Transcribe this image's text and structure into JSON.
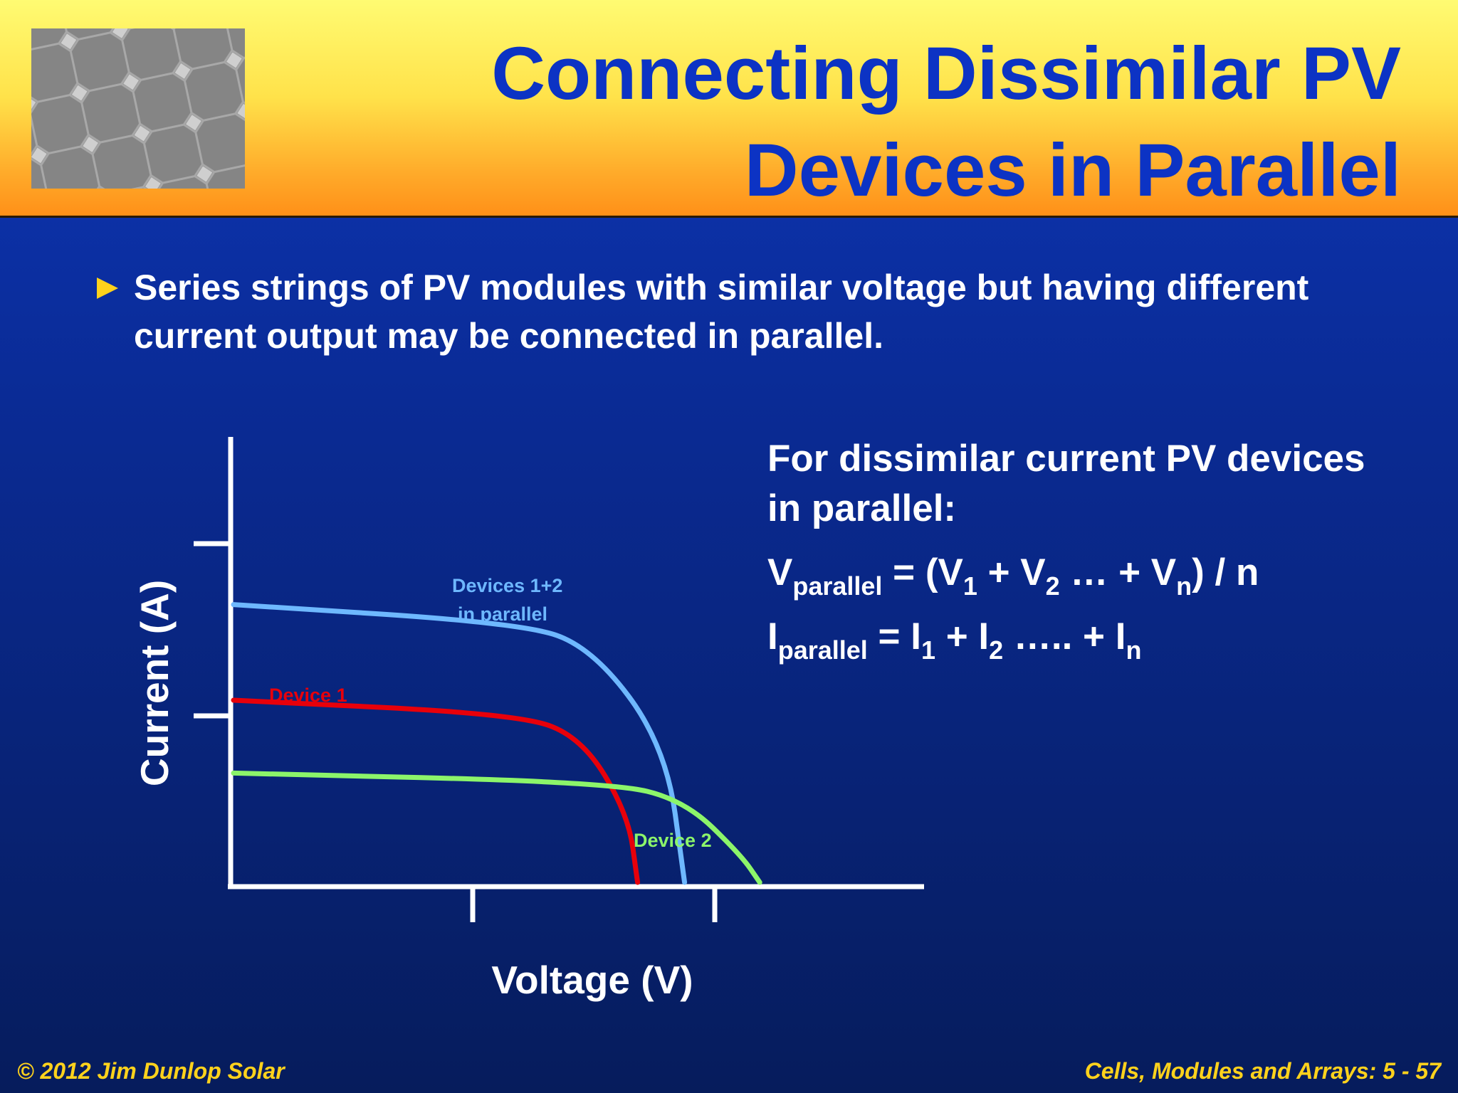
{
  "header": {
    "title_line1": "Connecting Dissimilar PV",
    "title_line2": "Devices in Parallel",
    "thumbnail_icon": "solar-cell-photo"
  },
  "bullet": {
    "text": "Series strings of PV modules with similar voltage but having different current output may be connected in parallel.",
    "marker_icon": "triangle-bullet-icon"
  },
  "chart_data": {
    "type": "line",
    "xlabel": "Voltage (V)",
    "ylabel": "Current (A)",
    "grid": false,
    "series": [
      {
        "name": "Devices 1+2 in parallel",
        "label_line1": "Devices 1+2",
        "label_line2": "in parallel",
        "color": "#6eb8ff",
        "points": [
          [
            0.0,
            0.61
          ],
          [
            0.3,
            0.57
          ],
          [
            0.38,
            0.52
          ],
          [
            0.46,
            0.3
          ],
          [
            0.48,
            0.0
          ]
        ]
      },
      {
        "name": "Device 1",
        "label_line1": "Device 1",
        "color": "#e8000a",
        "points": [
          [
            0.0,
            0.4
          ],
          [
            0.3,
            0.37
          ],
          [
            0.37,
            0.32
          ],
          [
            0.42,
            0.15
          ],
          [
            0.43,
            0.0
          ]
        ]
      },
      {
        "name": "Device 2",
        "label_line1": "Device 2",
        "color": "#8cf56a",
        "points": [
          [
            0.0,
            0.24
          ],
          [
            0.4,
            0.22
          ],
          [
            0.48,
            0.18
          ],
          [
            0.54,
            0.06
          ],
          [
            0.56,
            0.0
          ]
        ]
      }
    ],
    "x_ticks": 2,
    "y_ticks": 2
  },
  "formulas": {
    "heading": "For dissimilar current PV devices in parallel:",
    "v": {
      "sym": "V",
      "sub": "parallel",
      "eq": " = (V",
      "s1": "1",
      "p1": " + V",
      "s2": "2",
      "p2": " … + V",
      "sn": "n",
      "end": ") / n"
    },
    "i": {
      "sym": "I",
      "sub": "parallel",
      "eq": " = I",
      "s1": "1",
      "p1": " + I",
      "s2": "2",
      "p2": " ….. + I",
      "sn": "n",
      "end": ""
    }
  },
  "footer": {
    "left": "© 2012 Jim Dunlop Solar",
    "right": "Cells, Modules and Arrays: 5 - 57"
  },
  "colors": {
    "header_top": "#fffb72",
    "header_bottom": "#ff9018",
    "title": "#0c33c4",
    "background_top": "#0d36b8",
    "background_bottom": "#061c5c",
    "footer_text": "#ffd21c"
  }
}
